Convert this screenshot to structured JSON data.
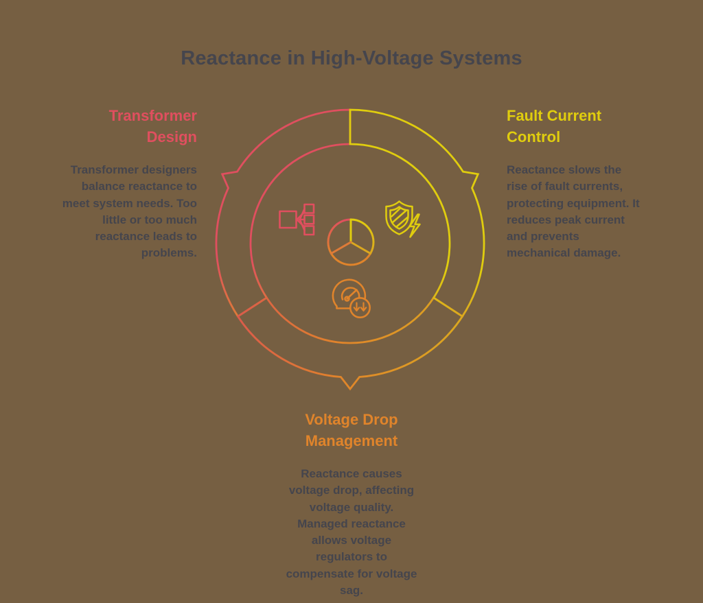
{
  "title": "Reactance in High-Voltage Systems",
  "colors": {
    "background": "#765F42",
    "text": "#45454D",
    "pink": "#E04F5F",
    "yellow": "#E0CD0E",
    "orange": "#E0842B",
    "pink_orange_blend": "#DE7B38",
    "red_orange_start": "#DB5B4B",
    "yellow_orange_blend": "#DBA81F"
  },
  "sections": {
    "transformer_design": {
      "heading": "Transformer\nDesign",
      "body": "Transformer designers\nbalance reactance to\nmeet system needs. Too\nlittle or too much\nreactance leads to\nproblems.",
      "color": "#E04F5F",
      "icon": "merge-flowchart-icon"
    },
    "fault_current_control": {
      "heading": "Fault Current\nControl",
      "body": "Reactance slows the\nrise of fault currents,\nprotecting equipment. It\nreduces peak current\nand prevents\nmechanical damage.",
      "color": "#E0CD0E",
      "icon": "shield-lightning-icon"
    },
    "voltage_drop_management": {
      "heading": "Voltage Drop\nManagement",
      "body": "Reactance causes\nvoltage drop, affecting\nvoltage quality.\nManaged reactance\nallows voltage\nregulators to\ncompensate for voltage\nsag.",
      "color": "#E0842B",
      "icon": "gauge-voltage-drop-icon"
    }
  }
}
